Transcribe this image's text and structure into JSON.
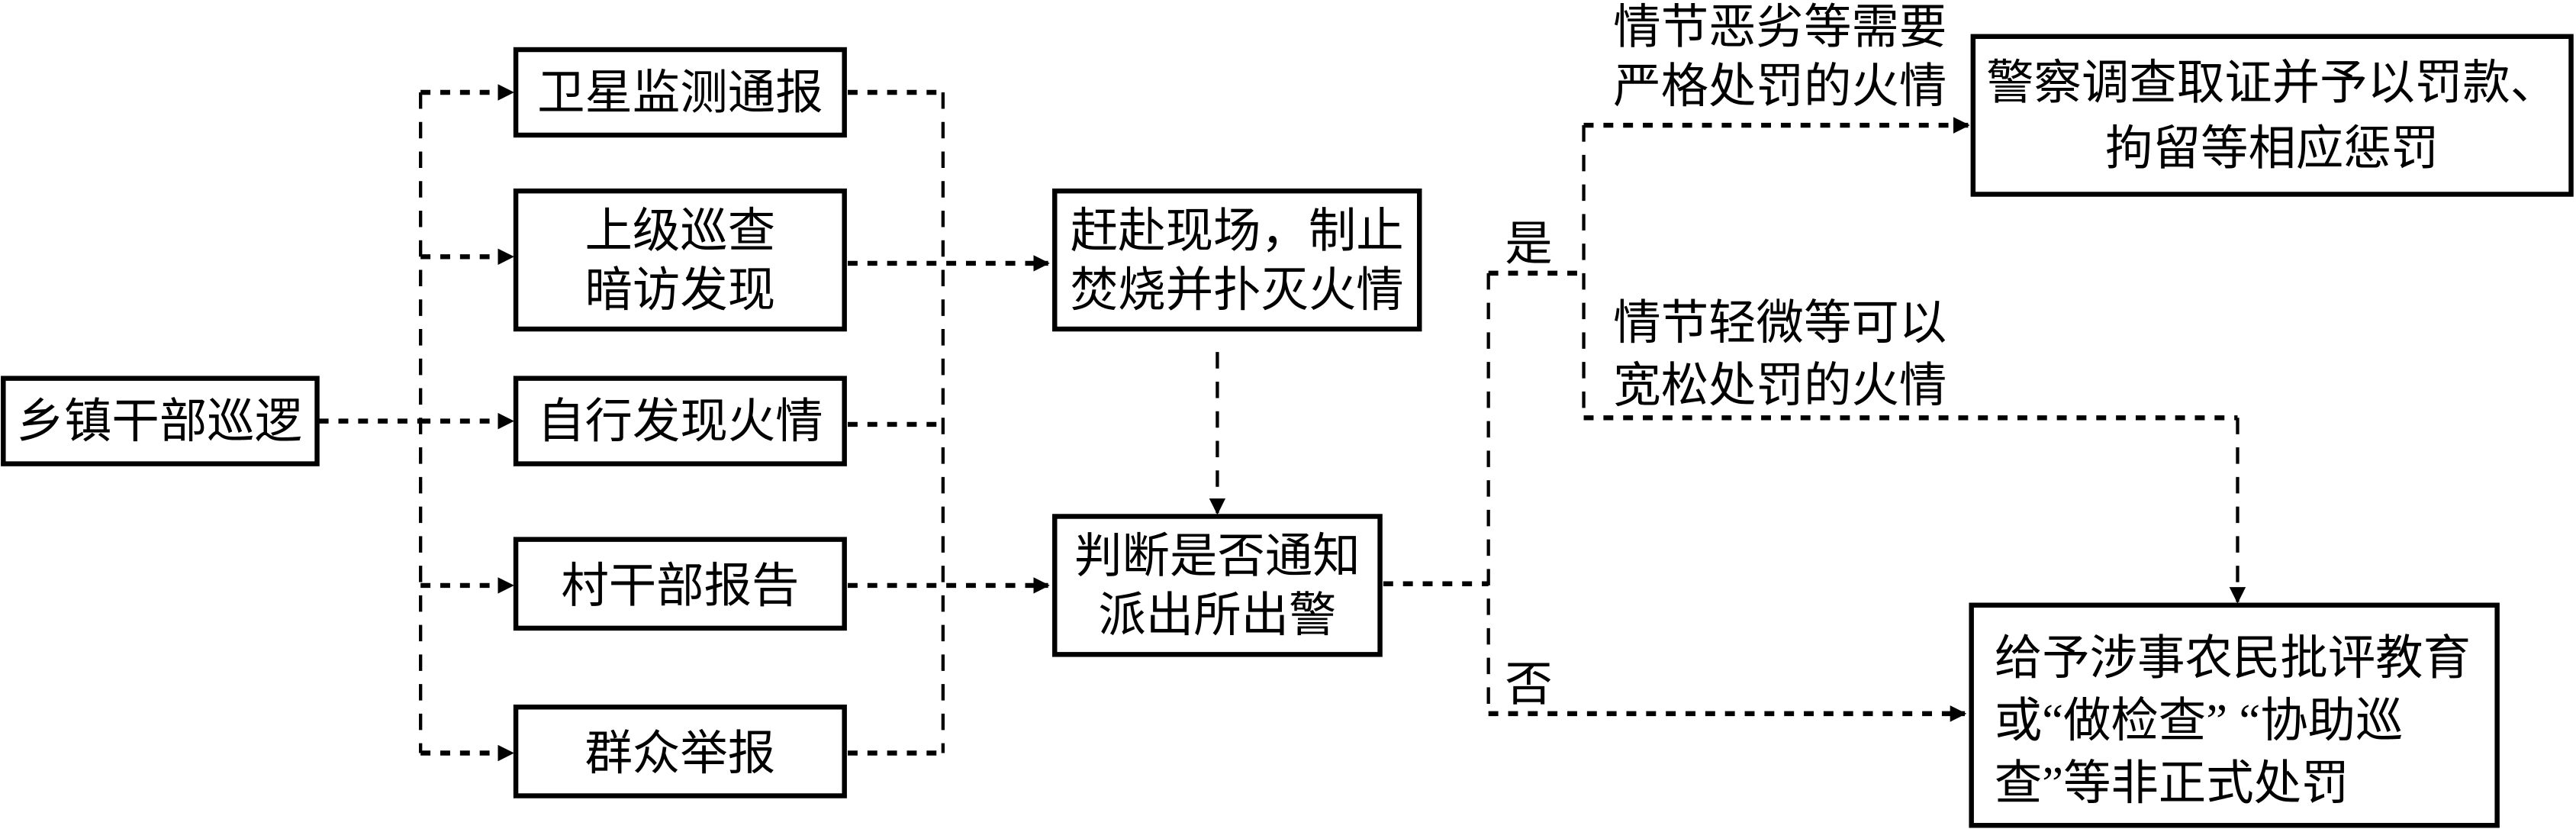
{
  "nodes": {
    "patrol": "乡镇干部巡逻",
    "satellite": "卫星监测通报",
    "inspection": [
      "上级巡查",
      "暗访发现"
    ],
    "self_found": "自行发现火情",
    "village": "村干部报告",
    "public": "群众举报",
    "rush": [
      "赶赴现场，制止",
      "焚烧并扑灭火情"
    ],
    "judge": [
      "判断是否通知",
      "派出所出警"
    ],
    "police": [
      "警察调查取证并予以罚款、",
      "拘留等相应惩罚"
    ],
    "education": [
      "给予涉事农民批评教育",
      "或“做检查” “协助巡",
      "查”等非正式处罚"
    ]
  },
  "labels": {
    "yes": "是",
    "no": "否",
    "severe": [
      "情节恶劣等需要",
      "严格处罚的火情"
    ],
    "minor": [
      "情节轻微等可以",
      "宽松处罚的火情"
    ]
  }
}
